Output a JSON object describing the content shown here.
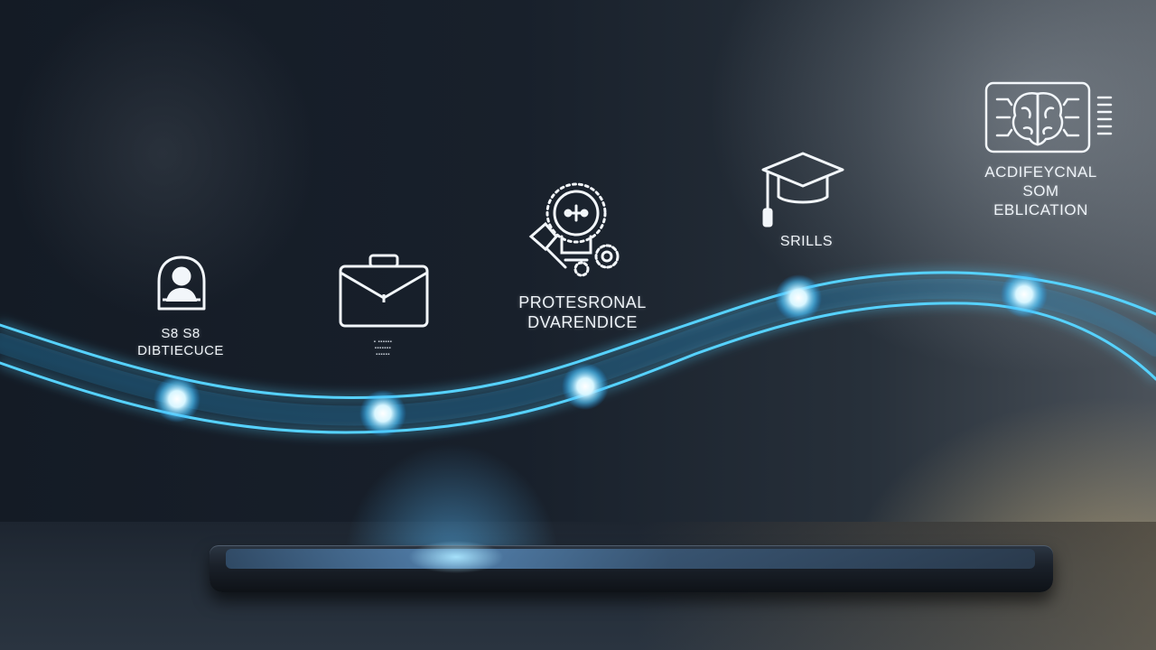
{
  "scene": {
    "accent_color": "#5fd3ff",
    "background_color": "#141b25"
  },
  "milestones": [
    {
      "icon": "user-badge-icon",
      "label": "S8 S8\nDIBTIECUCE"
    },
    {
      "icon": "briefcase-icon",
      "label": "▪ ▪▪▪▪▪▪\n▪▪▪▪▪▪▪\n▪▪▪▪▪▪"
    },
    {
      "icon": "lightbulb-gears-icon",
      "label": "PROTESRONAL\nDVARENDICE"
    },
    {
      "icon": "graduation-cap-icon",
      "label": "SRILLS"
    },
    {
      "icon": "brain-chip-icon",
      "label": "ACDIFEYCNAL\nSOM\nEBLICATION"
    }
  ]
}
